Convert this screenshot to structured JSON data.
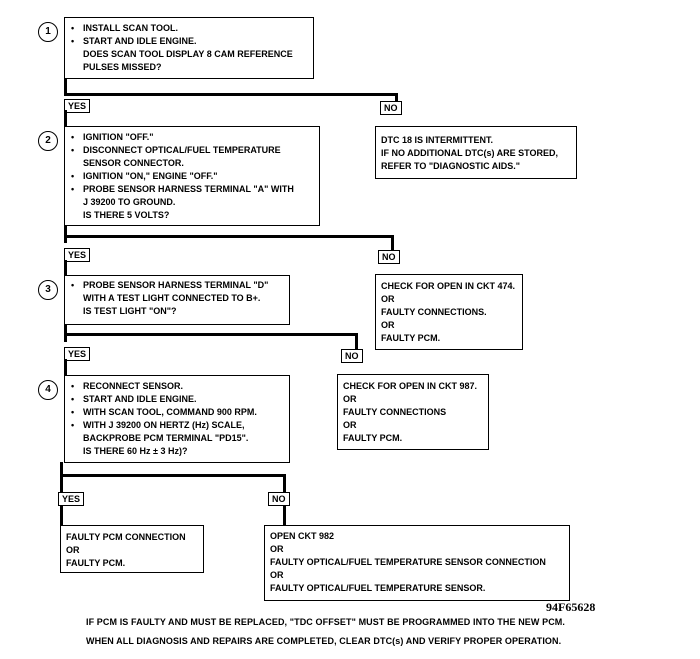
{
  "steps": [
    {
      "number": "1",
      "bullets": [
        "INSTALL SCAN TOOL.",
        "START AND IDLE ENGINE."
      ],
      "question": [
        "DOES SCAN TOOL DISPLAY 8 CAM REFERENCE",
        "PULSES MISSED?"
      ]
    },
    {
      "number": "2",
      "bullets": [
        "IGNITION \"OFF.\"",
        "DISCONNECT OPTICAL/FUEL TEMPERATURE\nSENSOR CONNECTOR.",
        "IGNITION \"ON,\" ENGINE \"OFF.\"",
        "PROBE SENSOR HARNESS TERMINAL \"A\" WITH\nJ 39200 TO GROUND."
      ],
      "question": [
        "IS THERE 5 VOLTS?"
      ]
    },
    {
      "number": "3",
      "bullets": [
        "PROBE SENSOR HARNESS TERMINAL \"D\"\nWITH A TEST LIGHT CONNECTED TO B+."
      ],
      "question": [
        "IS TEST LIGHT \"ON\"?"
      ]
    },
    {
      "number": "4",
      "bullets": [
        "RECONNECT SENSOR.",
        "START AND IDLE ENGINE.",
        "WITH SCAN TOOL, COMMAND 900 RPM.",
        "WITH J 39200 ON HERTZ (Hz) SCALE,\nBACKPROBE PCM TERMINAL \"PD15\"."
      ],
      "question": [
        "IS THERE 60 Hz ± 3 Hz)?"
      ]
    }
  ],
  "labels": {
    "yes": "YES",
    "no": "NO"
  },
  "results": {
    "r1": [
      "DTC 18 IS INTERMITTENT.",
      "IF NO ADDITIONAL DTC(s) ARE STORED,",
      "REFER TO \"DIAGNOSTIC AIDS.\""
    ],
    "r2": [
      "CHECK FOR OPEN IN CKT 474.",
      "OR",
      "FAULTY CONNECTIONS.",
      "OR",
      "FAULTY PCM."
    ],
    "r3": [
      "CHECK FOR OPEN IN CKT 987.",
      "OR",
      "FAULTY CONNECTIONS",
      "OR",
      "FAULTY PCM."
    ],
    "r4yes": [
      "FAULTY PCM CONNECTION",
      "OR",
      "FAULTY PCM."
    ],
    "r4no": [
      "OPEN CKT 982",
      "OR",
      "FAULTY OPTICAL/FUEL TEMPERATURE SENSOR CONNECTION",
      "OR",
      "FAULTY OPTICAL/FUEL TEMPERATURE SENSOR."
    ]
  },
  "figure_id": "94F65628",
  "footer": {
    "line1": "IF PCM IS FAULTY AND MUST BE REPLACED, \"TDC OFFSET\" MUST BE PROGRAMMED INTO THE NEW PCM.",
    "line2": "WHEN ALL DIAGNOSIS AND REPAIRS ARE COMPLETED, CLEAR DTC(s) AND VERIFY PROPER OPERATION."
  }
}
